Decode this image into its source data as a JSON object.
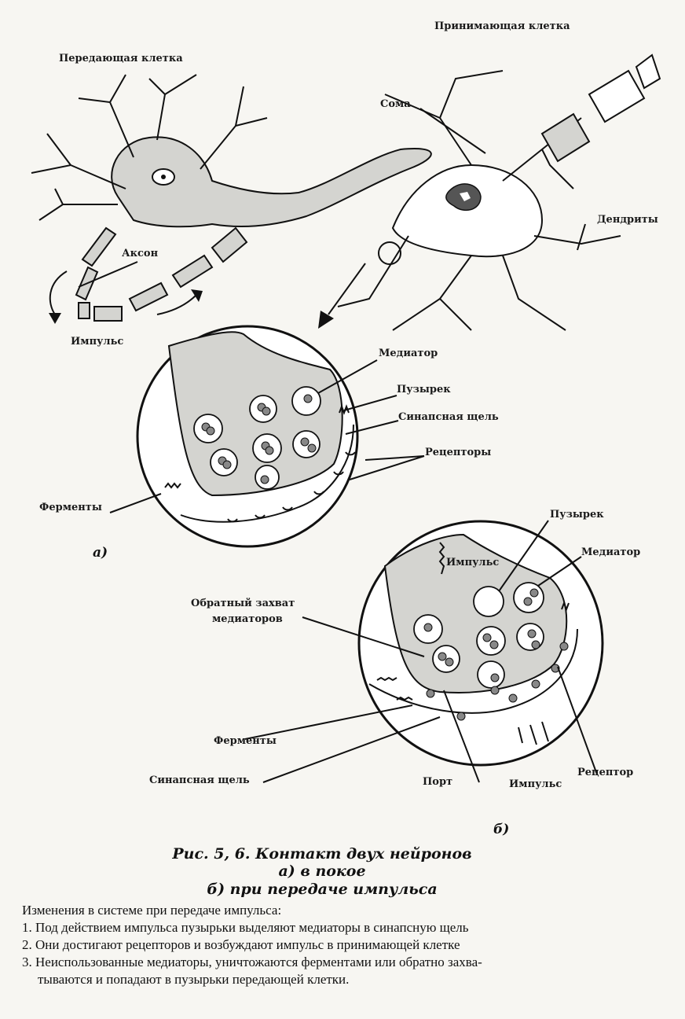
{
  "top_figure": {
    "sending_cell": "Передающая клетка",
    "receiving_cell": "Принимающая клетка",
    "soma": "Сома",
    "axon": "Аксон",
    "impulse": "Импульс",
    "dendrites": "Дендриты"
  },
  "figure_a": {
    "mediator": "Медиатор",
    "vesicle": "Пузырек",
    "synaptic_cleft": "Синапсная щель",
    "receptors": "Рецепторы",
    "enzymes": "Ферменты",
    "panel_label": "а)"
  },
  "figure_b": {
    "vesicle": "Пузырек",
    "mediator": "Медиатор",
    "impulse_inside": "Импульс",
    "reuptake_line1": "Обратный захват",
    "reuptake_line2": "медиаторов",
    "enzymes": "Ферменты",
    "synaptic_cleft": "Синапсная щель",
    "port": "Порт",
    "impulse_out": "Импульс",
    "receptor": "Рецептор",
    "panel_label": "б)"
  },
  "caption": {
    "line1": "Рис. 5, 6. Контакт двух нейронов",
    "line2": "а) в покое",
    "line3": "б) при передаче импульса"
  },
  "notes": {
    "heading": "Изменения в системе при передаче импульса:",
    "items": [
      "1. Под действием импульса пузырьки выделяют медиаторы в синапсную щель",
      "2. Они достигают рецепторов и возбуждают импульс в принимающей клетке",
      "3. Неиспользованные медиаторы, уничтожаются ферментами или обратно захва-",
      "тываются и попадают в пузырьки передающей клетки."
    ]
  }
}
